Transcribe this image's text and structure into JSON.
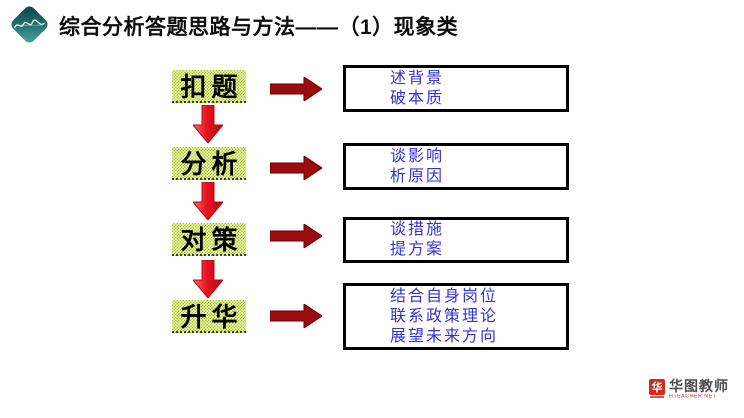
{
  "header": {
    "title": "综合分析答题思路与方法——（1）现象类"
  },
  "flow": {
    "steps": [
      {
        "label": "扣题",
        "details": [
          "述背景",
          "破本质"
        ]
      },
      {
        "label": "分析",
        "details": [
          "谈影响",
          "析原因"
        ]
      },
      {
        "label": "对策",
        "details": [
          "谈措施",
          "提方案"
        ]
      },
      {
        "label": "升华",
        "details": [
          "结合自身岗位",
          "联系政策理论",
          "展望未来方向"
        ]
      }
    ]
  },
  "footer": {
    "logo_mark": "华",
    "logo_name": "华图教师",
    "logo_domain": "HTEACHER.NET"
  },
  "colors": {
    "highlight_green": "#aacc00",
    "detail_text_blue": "#3433cf",
    "down_arrow_red": "#e8131f",
    "right_arrow_maroon": "#9e0b0e",
    "logo_red": "#d5281e",
    "header_icon_teal": "#1d6b68"
  }
}
